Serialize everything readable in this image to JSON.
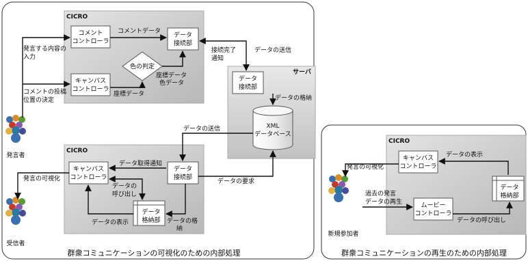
{
  "left_panel": {
    "caption": "群衆コミュニケーションの可視化のための内部処理",
    "cicro_top": {
      "title": "CICRO",
      "comment_controller": [
        "コメント",
        "コントローラ"
      ],
      "canvas_controller": [
        "キャンバス",
        "コントローラ"
      ],
      "data_connector": [
        "データ",
        "接続部"
      ],
      "color_decision": "色の判定"
    },
    "cicro_bottom": {
      "title": "CICRO",
      "canvas_controller": [
        "キャンバス",
        "コントローラ"
      ],
      "data_connector": [
        "データ",
        "接続部"
      ],
      "data_storage": [
        "データ",
        "格納部"
      ]
    },
    "server": {
      "title": "サーバ",
      "data_connector": [
        "データ",
        "接続部"
      ],
      "database": [
        "XML",
        "データベース"
      ]
    },
    "actors": {
      "speaker": "発言者",
      "receiver": "受信者"
    },
    "labels": {
      "speak_input": [
        "発言する内容の",
        "入力"
      ],
      "comment_post": [
        "コメントの投稿",
        "位置の決定"
      ],
      "comment_data": "コメントデータ",
      "coord_data_1": "座標データ",
      "coord_color_data": [
        "座標データ",
        "色データ"
      ],
      "connect_done": [
        "接続完了",
        "通知"
      ],
      "data_send_1": "データの送信",
      "data_store_1": "データの格納",
      "data_send_2": "データの送信",
      "data_request": "データの要求",
      "data_fetch_notice": "データ取得通知",
      "data_call": [
        "データの",
        "呼び出し"
      ],
      "speech_visualize": "発言の可視化",
      "data_display": "データの表示",
      "data_store_2": [
        "データの格",
        "納"
      ]
    }
  },
  "right_panel": {
    "caption": "群衆コミュニケーションの再生のための内部処理",
    "cicro": {
      "title": "CICRO",
      "canvas_controller": [
        "キャンバス",
        "コントローラ"
      ],
      "movie_controller": [
        "ムービー",
        "コントローラ"
      ],
      "data_storage": [
        "データ",
        "格納部"
      ]
    },
    "actors": {
      "new_participant": "新規参加者"
    },
    "labels": {
      "data_display": "データの表示",
      "speech_visualize": "発言の可視化",
      "past_speech": [
        "過去の発言",
        "データの再生"
      ],
      "data_call": "データの呼び出し"
    }
  }
}
